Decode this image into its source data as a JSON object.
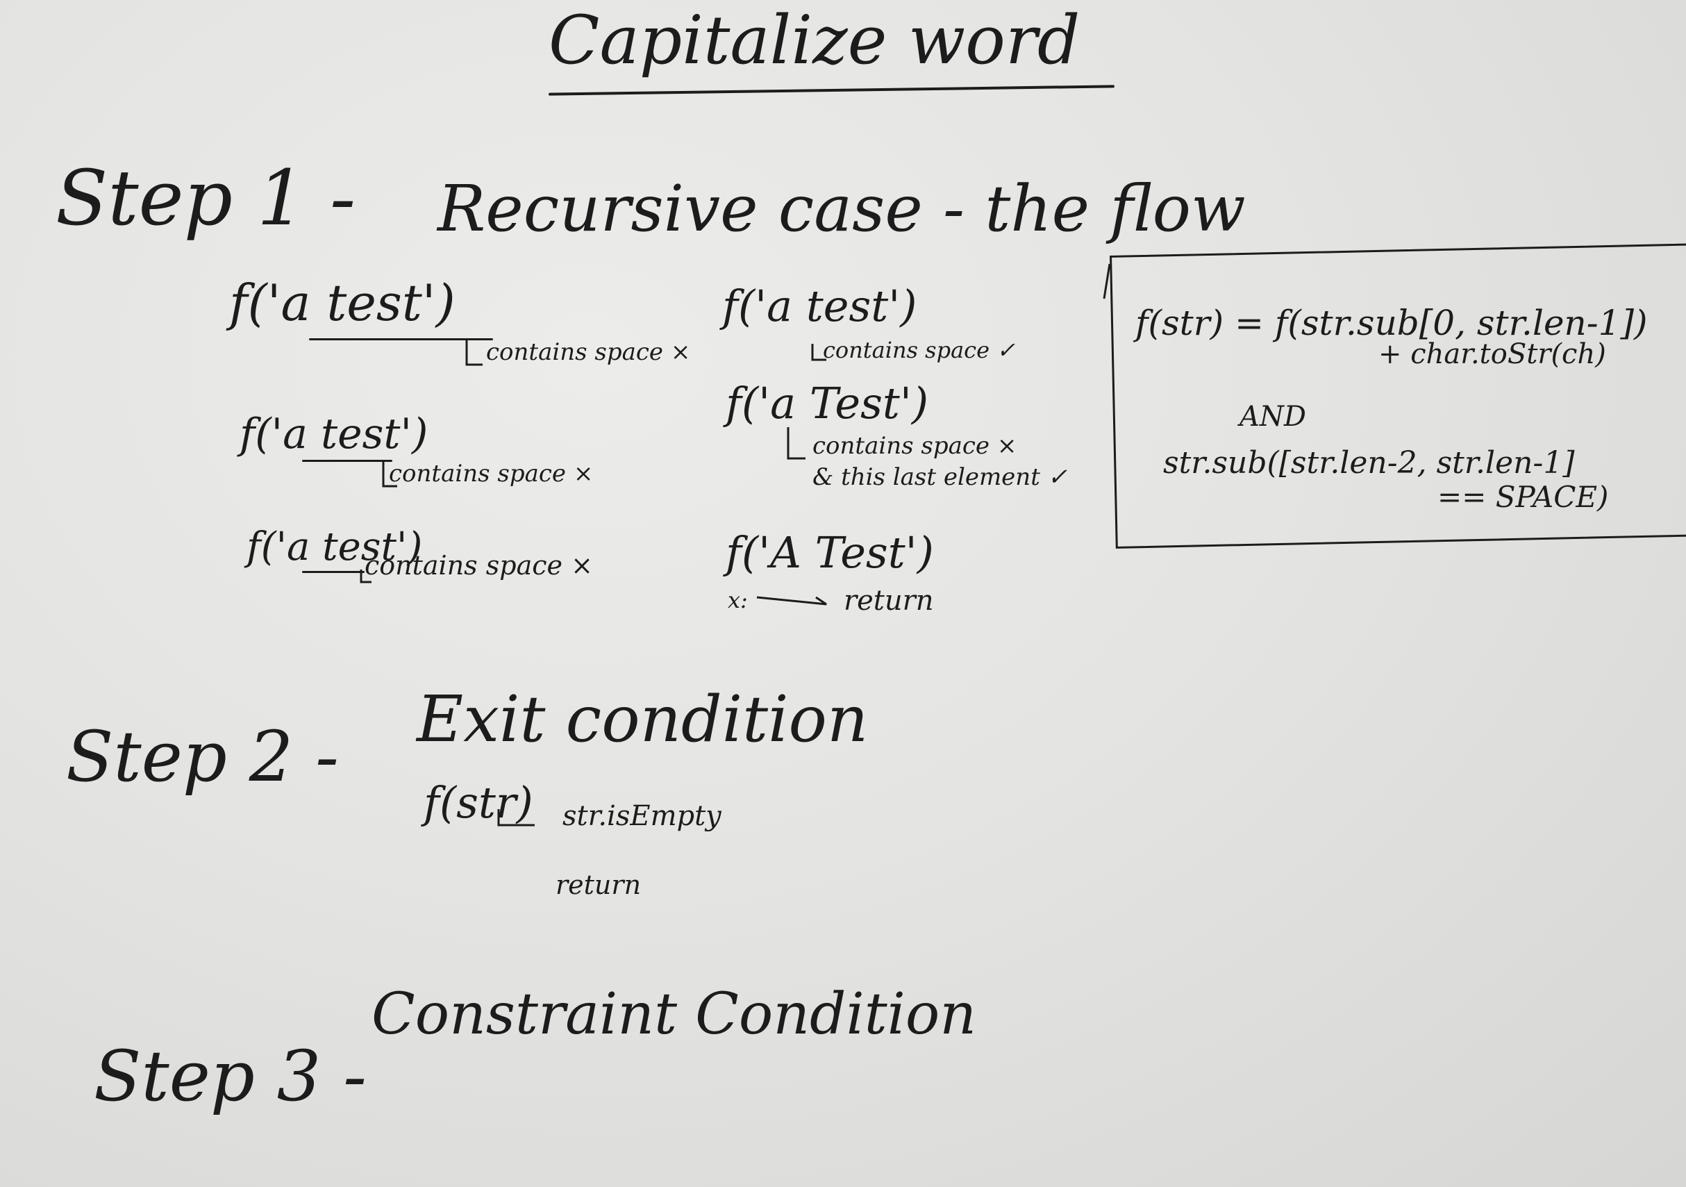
{
  "title": "Capitalize word",
  "step1": {
    "label": "Step 1 -",
    "heading": "Recursive case - the flow",
    "left_column": [
      {
        "call": "f('a test')",
        "note": "contains space ×"
      },
      {
        "call": "f('a test')",
        "note": "contains space ×"
      },
      {
        "call": "f('a test')",
        "note": "contains space ×"
      }
    ],
    "right_column": [
      {
        "call": "f('a test')",
        "note": "contains space ✓"
      },
      {
        "call": "f('a Test')",
        "note": "contains space ×",
        "note2": "& this last element ✓"
      },
      {
        "call": "f('A Test')",
        "note": "return",
        "prefix": "x:"
      }
    ],
    "box": {
      "line1": "f(str) = f(str.sub[0, str.len-1])",
      "line2": "+ char.toStr(ch)",
      "and": "AND",
      "line3": "str.sub([str.len-2, str.len-1]",
      "line4": "== SPACE)"
    }
  },
  "step2": {
    "label": "Step 2 -",
    "heading": "Exit condition",
    "call": "f(str)",
    "note": "str.isEmpty",
    "result": "return"
  },
  "step3": {
    "label": "Step 3 -",
    "heading": "Constraint Condition"
  },
  "colors": {
    "ink": "#1c1c1c",
    "board": "#e4e4e2"
  }
}
